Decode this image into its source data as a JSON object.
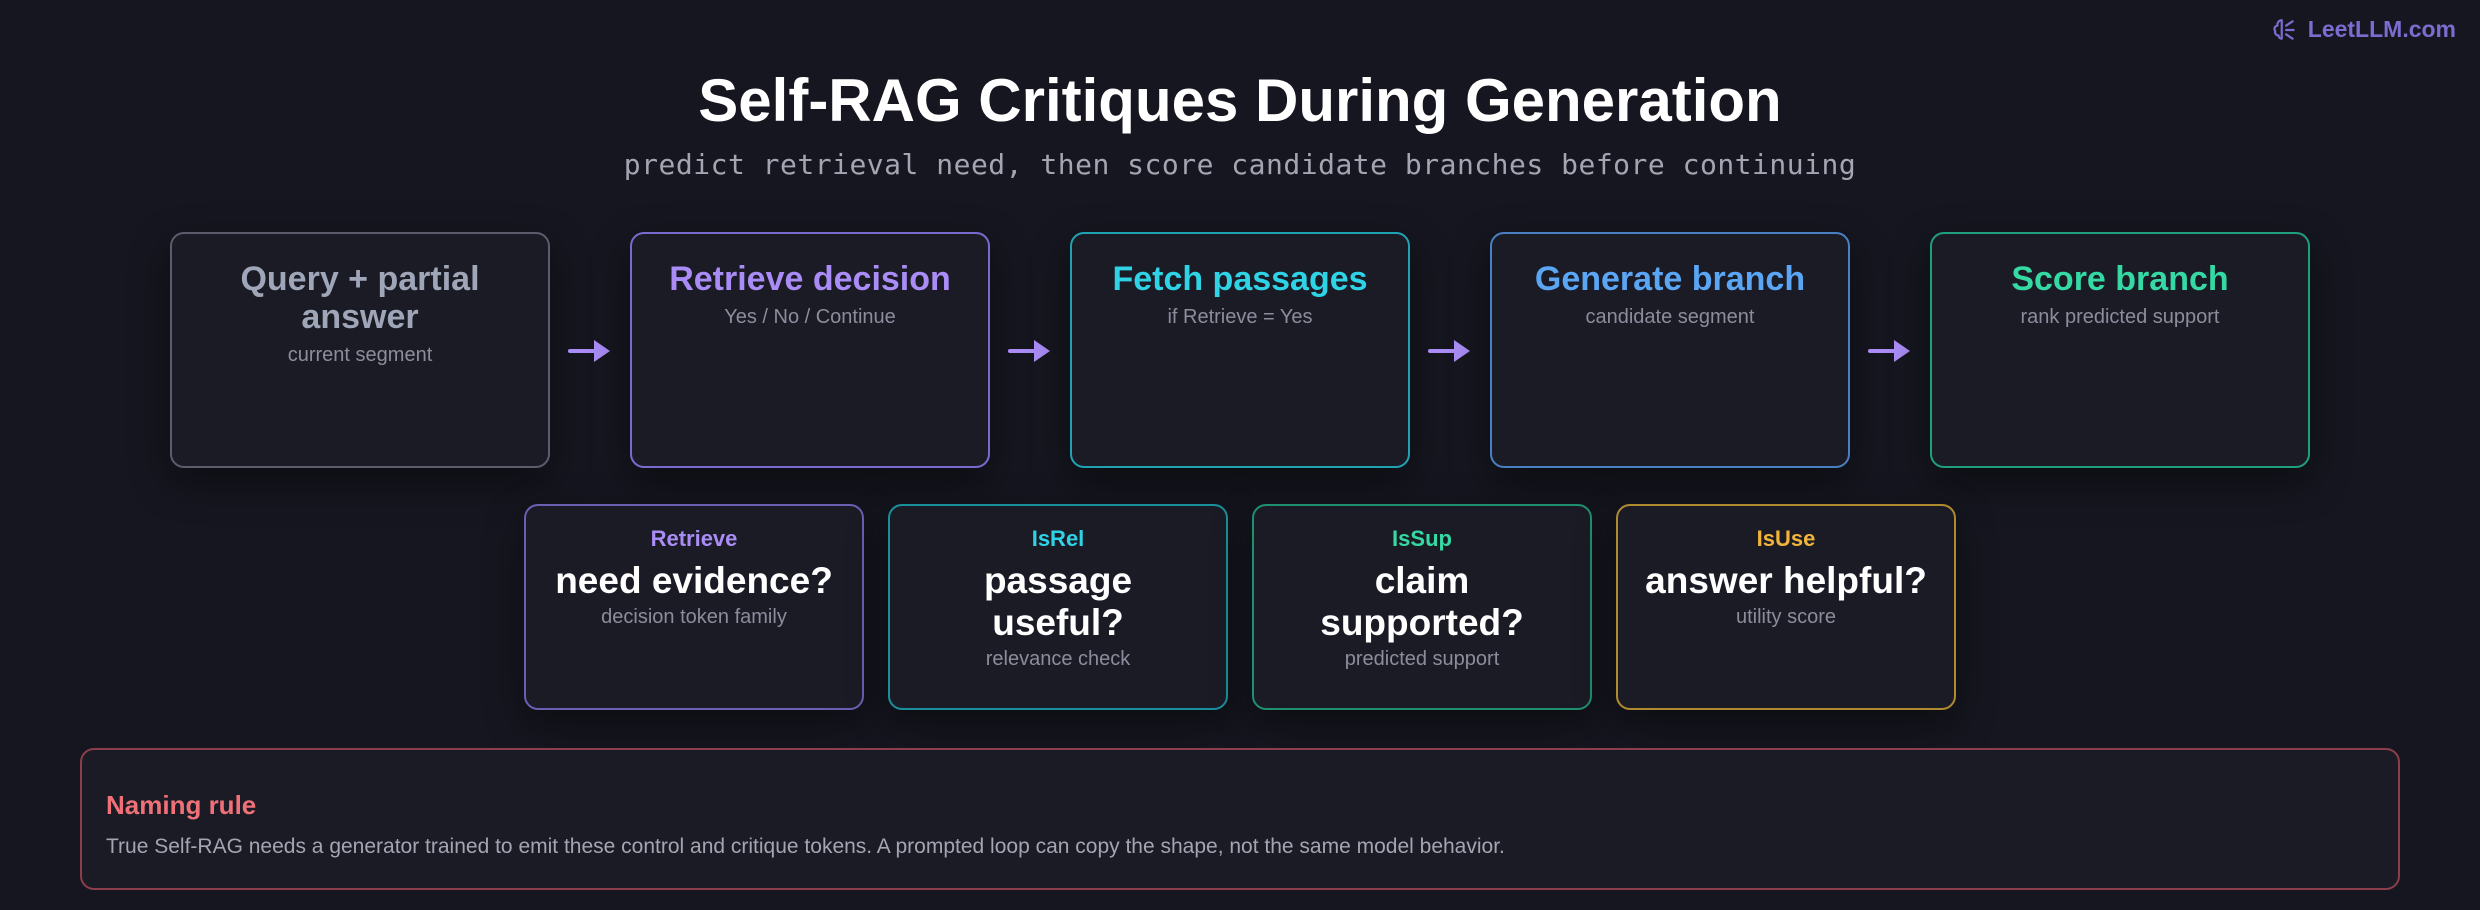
{
  "brand": {
    "label": "LeetLLM.com",
    "icon": "brain-icon"
  },
  "title": "Self-RAG Critiques During Generation",
  "subtitle": "predict retrieval need, then score candidate branches before continuing",
  "stages": [
    {
      "title": "Query + partial answer",
      "sub": "current segment",
      "color": "#9ea6b8"
    },
    {
      "title": "Retrieve decision",
      "sub": "Yes / No / Continue",
      "color": "#a98cf5"
    },
    {
      "title": "Fetch passages",
      "sub": "if Retrieve = Yes",
      "color": "#2fd3e6"
    },
    {
      "title": "Generate branch",
      "sub": "candidate segment",
      "color": "#5aa6f5"
    },
    {
      "title": "Score branch",
      "sub": "rank predicted support",
      "color": "#35d9a4"
    }
  ],
  "tokens": [
    {
      "label": "Retrieve",
      "question": "need evidence?",
      "sub": "decision token family",
      "color": "#a98cf5"
    },
    {
      "label": "IsRel",
      "question": "passage useful?",
      "sub": "relevance check",
      "color": "#2fd3e6"
    },
    {
      "label": "IsSup",
      "question": "claim supported?",
      "sub": "predicted support",
      "color": "#35d9a4"
    },
    {
      "label": "IsUse",
      "question": "answer helpful?",
      "sub": "utility score",
      "color": "#f0b43a"
    }
  ],
  "rule": {
    "title": "Naming rule",
    "text": "True Self-RAG needs a generator trained to emit these control and critique tokens. A prompted loop can copy the shape, not the same model behavior."
  },
  "colors": {
    "background": "#161620",
    "arrow": "#a98cf5",
    "stage_borders": [
      "#5c5c6c",
      "#7a6ad0",
      "#1fa3b3",
      "#4a7fc2",
      "#1f9f7e"
    ],
    "token_borders": [
      "#6a5fb3",
      "#1a8f9b",
      "#1f8f70",
      "#b08a2e"
    ],
    "rule_border": "#8a3f4a"
  }
}
